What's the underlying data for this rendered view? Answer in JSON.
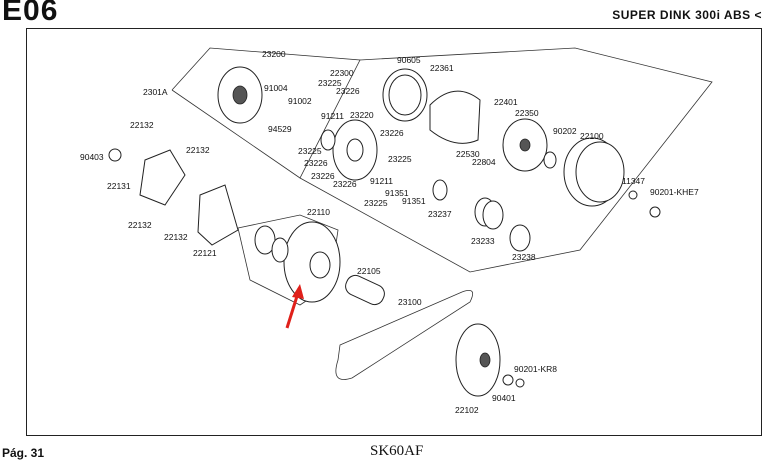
{
  "header": {
    "section_code": "E06",
    "model": "SUPER DINK 300i ABS <"
  },
  "footer": {
    "page": "Pág. 31",
    "code": "SK60AF"
  },
  "parts": {
    "p23200": "23200",
    "p2301A": "2301A",
    "p91004": "91004",
    "p91002": "91002",
    "p94529": "94529",
    "p22300": "22300",
    "p90605": "90605",
    "p22361": "22361",
    "p23225a": "23225",
    "p23226a": "23226",
    "p91211a": "91211",
    "p23220": "23220",
    "p22401": "22401",
    "p22350": "22350",
    "p90202": "90202",
    "p22100": "22100",
    "p22132a": "22132",
    "p90403": "90403",
    "p22132b": "22132",
    "p22131": "22131",
    "p22132c": "22132",
    "p22132d": "22132",
    "p22121": "22121",
    "p23225b": "23225",
    "p23226b": "23226",
    "p23226c": "23226",
    "p23225c": "23225",
    "p23226d": "23226",
    "p91211b": "91211",
    "p91351a": "91351",
    "p91351b": "91351",
    "p23225d": "23225",
    "p22530": "22530",
    "p22804": "22804",
    "p23237": "23237",
    "p23233": "23233",
    "p23238": "23238",
    "p11347": "11347",
    "p90201KHE7": "90201-KHE7",
    "p22110": "22110",
    "p22105": "22105",
    "p23100": "23100",
    "p90201KR8": "90201-KR8",
    "p90401": "90401",
    "p22102": "22102"
  }
}
